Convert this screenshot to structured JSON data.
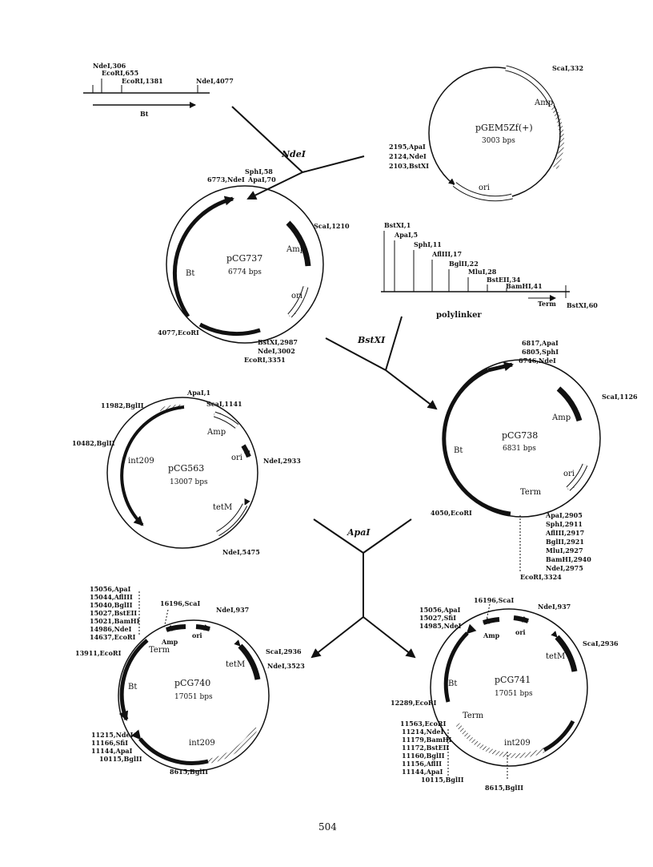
{
  "page": {
    "number": "504"
  },
  "colors": {
    "ink": "#111111",
    "paper": "#ffffff"
  },
  "enzymes": {
    "ndeI": "NdeI",
    "bstXI": "BstXI",
    "apaI": "ApaI"
  },
  "bt_fragment": {
    "sites": [
      "NdeI,306",
      "EcoRI,655",
      "EcoRI,1381",
      "NdeI,4077"
    ],
    "gene": "Bt"
  },
  "pGEM": {
    "name": "pGEM5Zf(+)",
    "size": "3003 bps",
    "sites": [
      "ScaI,332",
      "2195,ApaI",
      "2124,NdeI",
      "2103,BstXI"
    ],
    "features": [
      "Amp",
      "ori"
    ]
  },
  "pCG737": {
    "name": "pCG737",
    "size": "6774 bps",
    "sites": [
      "SphI,58",
      "ApaI,70",
      "6773,NdeI",
      "ScaI,1210",
      "4077,EcoRI",
      "BstXI,2987",
      "NdeI,3002",
      "EcoRI,3351"
    ],
    "features": [
      "Amp",
      "ori",
      "Bt"
    ]
  },
  "polylinker": {
    "label": "polylinker",
    "sites": [
      "BstXI,1",
      "ApaI,5",
      "SphI,11",
      "AflIII,17",
      "BglII,22",
      "MluI,28",
      "BstEII,34",
      "BamHI,41",
      "BstXI,60"
    ],
    "term": "Term"
  },
  "pCG738": {
    "name": "pCG738",
    "size": "6831 bps",
    "top_sites": [
      "6817,ApaI",
      "6805,SphI",
      "6746,NdeI"
    ],
    "sites": [
      "ScaI,1126",
      "4050,EcoRI"
    ],
    "bottom_sites": [
      "ApaI,2905",
      "SphI,2911",
      "AflIII,2917",
      "BglII,2921",
      "MluI,2927",
      "BamHI,2940",
      "NdeI,2975",
      "EcoRI,3324"
    ],
    "features": [
      "Amp",
      "ori",
      "Bt",
      "Term"
    ]
  },
  "pCG563": {
    "name": "pCG563",
    "size": "13007 bps",
    "sites": [
      "ApaI,1",
      "ScaI,1141",
      "11982,BglII",
      "10482,BglII",
      "NdeI,2933",
      "NdeI,5475"
    ],
    "features": [
      "Amp",
      "ori",
      "int209",
      "tetM"
    ]
  },
  "pCG740": {
    "name": "pCG740",
    "size": "17051 bps",
    "left_sites": [
      "15056,ApaI",
      "15044,AflIII",
      "15040,BglII",
      "15027,BstEII",
      "15021,BamHI",
      "14986,NdeI",
      "14637,EcoRI"
    ],
    "sites": [
      "16196,ScaI",
      "NdeI,937",
      "ScaI,2936",
      "NdeI,3523",
      "13911,EcoRI"
    ],
    "bottom_sites": [
      "11215,NdeI",
      "11166,SfiI",
      "11144,ApaI",
      "10115,BglII",
      "8615,BglII"
    ],
    "features": [
      "Amp",
      "ori",
      "tetM",
      "Term",
      "Bt",
      "int209"
    ]
  },
  "pCG741": {
    "name": "pCG741",
    "size": "17051 bps",
    "left_sites": [
      "15056,ApaI",
      "15027,SfiI",
      "14985,NdeI"
    ],
    "sites": [
      "16196,ScaI",
      "NdeI,937",
      "ScaI,2936",
      "12289,EcoRI"
    ],
    "bottom_sites": [
      "11563,EcoRI",
      "11214,NdeI",
      "11179,BamHI",
      "11172,BstEII",
      "11160,BglII",
      "11156,AflII",
      "11144,ApaI",
      "10115,BglII",
      "8615,BglII"
    ],
    "features": [
      "Amp",
      "ori",
      "tetM",
      "Term",
      "Bt",
      "int209"
    ]
  }
}
